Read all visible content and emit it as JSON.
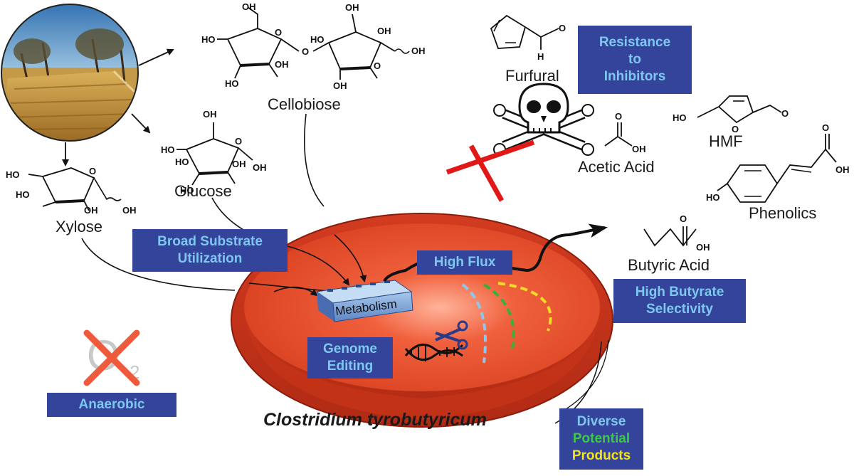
{
  "labels": {
    "cellobiose": "Cellobiose",
    "glucose": "Glucose",
    "xylose": "Xylose",
    "furfural": "Furfural",
    "hmf": "HMF",
    "acetic_acid": "Acetic Acid",
    "phenolics": "Phenolics",
    "butyric_acid": "Butyric Acid",
    "organism": "Clostridium tyrobutyricum",
    "metabolism": "Metabolism",
    "oxygen": "O",
    "oxygen_sub": "2"
  },
  "boxes": {
    "resistance": [
      "Resistance",
      "to",
      "Inhibitors"
    ],
    "broad": [
      "Broad Substrate",
      "Utilization"
    ],
    "high_flux": "High Flux",
    "high_butyrate": [
      "High Butyrate",
      "Selectivity"
    ],
    "genome": [
      "Genome",
      "Editing"
    ],
    "anaerobic": "Anaerobic",
    "diverse": "Diverse",
    "potential": "Potential",
    "products": "Products"
  },
  "chem_atoms": {
    "oh": "OH",
    "ho": "HO",
    "o": "O",
    "h": "H"
  },
  "colors": {
    "box_bg": "#34449a",
    "box_text": "#7ec8f0",
    "potential_text": "#3ec84a",
    "products_text": "#f4e21c",
    "cell_outer": "#c8321c",
    "cell_inner": "#e84a2c",
    "inhibit_bar": "#e01818",
    "cross": "#f05a3c",
    "flux_blue": "#8ec6ec",
    "flux_green": "#3ab03a",
    "flux_yellow": "#f0dc28"
  }
}
